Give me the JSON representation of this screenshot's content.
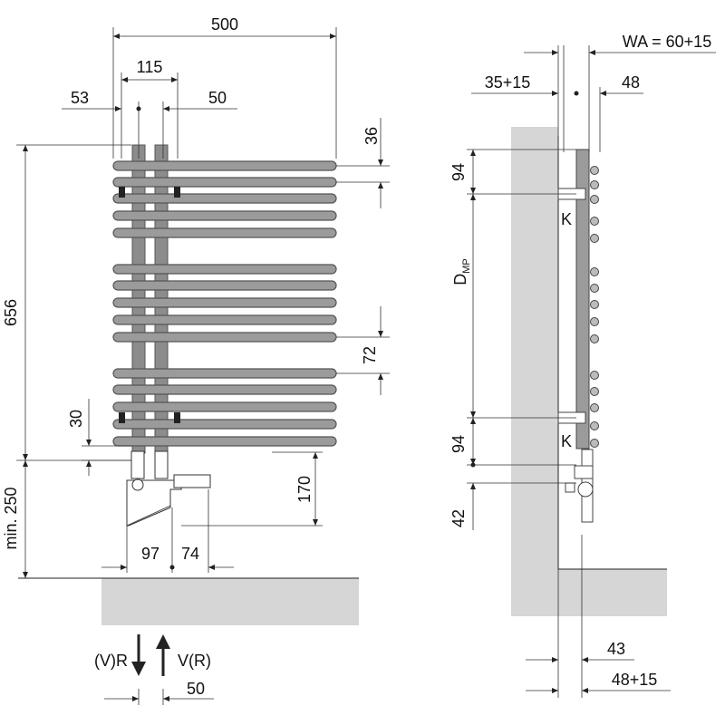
{
  "front_view": {
    "dim_width": "500",
    "dim_pipe_span": "115",
    "dim_left_offset": "53",
    "dim_pipe_spacing": "50",
    "dim_top_pitch": "36",
    "dim_total_height": "656",
    "dim_gap": "72",
    "dim_bottom_pitch": "30",
    "dim_floor_clearance": "min. 250",
    "dim_valve_height": "170",
    "dim_valve_left": "97",
    "dim_valve_right": "74"
  },
  "connection": {
    "return_label": "(V)R",
    "flow_label": "V(R)",
    "dim_spacing": "50"
  },
  "side_view": {
    "dim_wall_distance": "WA = 60+15",
    "dim_offset": "35+15",
    "dim_depth": "48",
    "dim_top_94": "94",
    "dim_mount_pitch": "D",
    "dim_mount_pitch_sub": "MP",
    "dim_bottom_94": "94",
    "dim_42": "42",
    "dim_43": "43",
    "dim_48_15": "48+15",
    "bracket_label_top": "K",
    "bracket_label_bottom": "K"
  }
}
